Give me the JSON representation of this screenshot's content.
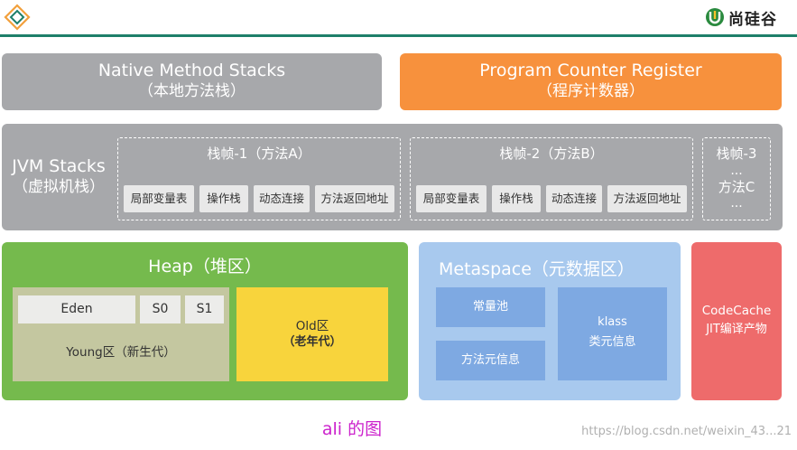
{
  "brand": {
    "name": "尚硅谷"
  },
  "native": {
    "title": "Native Method Stacks",
    "subtitle": "（本地方法栈）"
  },
  "pcr": {
    "title": "Program Counter Register",
    "subtitle": "（程序计数器）"
  },
  "jvm_stacks": {
    "title": "JVM Stacks",
    "subtitle": "（虚拟机栈）",
    "frames": [
      {
        "title": "栈帧-1（方法A）",
        "cells": [
          "局部变量表",
          "操作栈",
          "动态连接",
          "方法返回地址"
        ]
      },
      {
        "title": "栈帧-2（方法B）",
        "cells": [
          "局部变量表",
          "操作栈",
          "动态连接",
          "方法返回地址"
        ]
      },
      {
        "title": "栈帧-3",
        "dots_top": "...",
        "method": "方法C",
        "dots_bottom": "..."
      }
    ]
  },
  "heap": {
    "title": "Heap（堆区）",
    "eden": "Eden",
    "s0": "S0",
    "s1": "S1",
    "young": "Young区（新生代）",
    "old_title": "Old区",
    "old_subtitle": "（老年代）"
  },
  "metaspace": {
    "title": "Metaspace（元数据区）",
    "constant_pool": "常量池",
    "method_info": "方法元信息",
    "klass": "klass",
    "class_info": "类元信息"
  },
  "codecache": {
    "title": "CodeCache",
    "subtitle": "JIT编译产物"
  },
  "caption": "ali 的图",
  "watermark": "https://blog.csdn.net/weixin_43...21",
  "colors": {
    "native": "#a7a8ab",
    "pcr": "#f7913d",
    "heap": "#75ba4d",
    "old": "#f8d43c",
    "metaspace": "#a8c9ee",
    "codecache": "#ee6b6b",
    "caption": "#cc22cc"
  }
}
